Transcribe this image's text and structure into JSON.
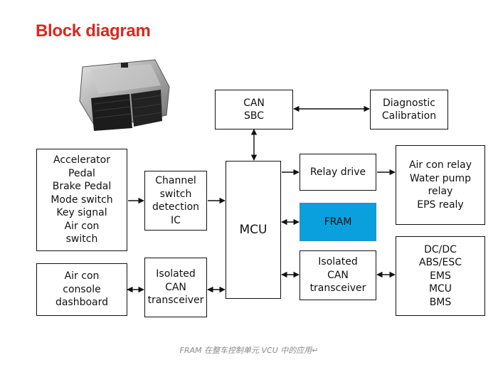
{
  "title": "Block diagram",
  "nodes": {
    "can_sbc": "CAN\nSBC",
    "diagnostic": "Diagnostic\nCalibration",
    "inputs": "Accelerator\nPedal\nBrake Pedal\nMode switch\nKey signal\nAir con\nswitch",
    "channel": "Channel\nswitch\ndetection\nIC",
    "mcu": "MCU",
    "relay_drive": "Relay drive",
    "outputs": "Air con relay\nWater pump\nrelay\nEPS realy",
    "fram": "FRAM",
    "aircon_console": "Air con\nconsole\ndashboard",
    "iso_can_left": "Isolated\nCAN\ntransceiver",
    "iso_can_right": "Isolated\nCAN\ntransceiver",
    "network": "DC/DC\nABS/ESC\nEMS\nMCU\nBMS"
  },
  "colors": {
    "title": "#d62a1f",
    "fram": "#0aa0dd"
  },
  "caption": "FRAM 在整车控制单元 VCU 中的应用↵"
}
